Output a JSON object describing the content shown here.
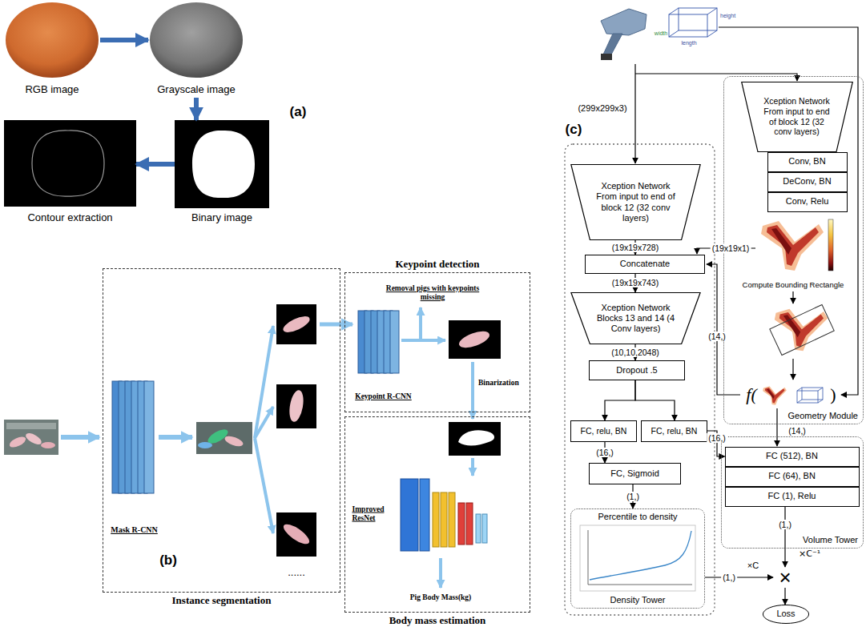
{
  "diagram": {
    "nodes": [
      {
        "text": [
          "RGB image"
        ]
      },
      {
        "text": [
          "Grayscale image"
        ]
      },
      {
        "text": [
          "Binary image"
        ]
      },
      {
        "text": [
          "Contour extraction"
        ]
      },
      {
        "text": [
          "Instance segmentation"
        ]
      },
      {
        "text": [
          "Mask R-CNN"
        ],
        "in": 4
      },
      {
        "text": [
          "Keypoint detection"
        ]
      },
      {
        "text": [
          "Keypoint R-CNN"
        ],
        "in": 6
      },
      {
        "text": [
          "Body mass estimation"
        ]
      },
      {
        "text": [
          "Improved ResNet"
        ],
        "in": 8
      },
      {
        "text": [
          "Xception Network From input to end of block 12 (32 conv layers)"
        ]
      },
      {
        "text": [
          "Concatenate"
        ]
      },
      {
        "text": [
          "Xception Network Blocks 13 and 14 (4 Conv layers)"
        ]
      },
      {
        "text": [
          "Dropout .5"
        ]
      },
      {
        "text": [
          "FC, relu, BN"
        ]
      },
      {
        "text": [
          "FC, relu, BN"
        ]
      },
      {
        "text": [
          "FC, Sigmoid"
        ]
      },
      {
        "text": [
          "Percentile to density",
          "Density Tower"
        ]
      },
      {
        "text": [
          "Geometry Module"
        ]
      },
      {
        "text": [
          "Xception Network From input to end of block 12 (32 conv layers)"
        ],
        "in": 18
      },
      {
        "text": [
          "Conv, BN"
        ],
        "in": 18
      },
      {
        "text": [
          "DeConv, BN"
        ],
        "in": 18
      },
      {
        "text": [
          "Conv, Relu"
        ],
        "in": 18
      },
      {
        "text": [
          "Volume Tower"
        ]
      },
      {
        "text": [
          "FC (512), BN"
        ],
        "in": 23
      },
      {
        "text": [
          "FC (64), BN"
        ],
        "in": 23
      },
      {
        "text": [
          "FC (1), Relu"
        ],
        "in": 23
      },
      {
        "text": [
          "×"
        ]
      },
      {
        "text": [
          "Loss"
        ]
      }
    ],
    "edges": [
      {
        "from": 0,
        "to": 1,
        "arrow": "to"
      },
      {
        "from": 1,
        "to": 2,
        "arrow": "to"
      },
      {
        "from": 2,
        "to": 3,
        "arrow": "to"
      },
      {
        "from": 10,
        "to": 11,
        "arrow": "to",
        "label": "(19x19x728)"
      },
      {
        "from": 11,
        "to": 12,
        "arrow": "to",
        "label": "(19x19x743)"
      },
      {
        "from": 12,
        "to": 13,
        "arrow": "to",
        "label": "(10,10,2048)"
      },
      {
        "from": 13,
        "to": 14,
        "arrow": "to"
      },
      {
        "from": 13,
        "to": 15,
        "arrow": "to"
      },
      {
        "from": 14,
        "to": 16,
        "arrow": "to",
        "label": "(16,)"
      },
      {
        "from": 15,
        "to": 24,
        "arrow": "to",
        "label": "(16,)"
      },
      {
        "from": 16,
        "to": 17,
        "arrow": "to",
        "label": "(1,)"
      },
      {
        "from": 17,
        "to": 27,
        "arrow": "to",
        "label": "(1,)"
      },
      {
        "from": 26,
        "to": 27,
        "arrow": "to",
        "label": "(1,)"
      },
      {
        "from": 27,
        "to": 28,
        "arrow": "to"
      }
    ],
    "labels": [
      "(a)",
      "(b)",
      "(c)",
      "Removal pigs with keypoints missing",
      "Binarization",
      "Pig Body Mass(kg)",
      "......",
      "(299x299x3)",
      "(19x19x1)",
      "Compute Bounding Rectangle",
      "(14,)",
      "(14,)",
      "×C",
      "×C⁻¹",
      "length",
      "width",
      "height",
      "f(",
      ")"
    ]
  }
}
